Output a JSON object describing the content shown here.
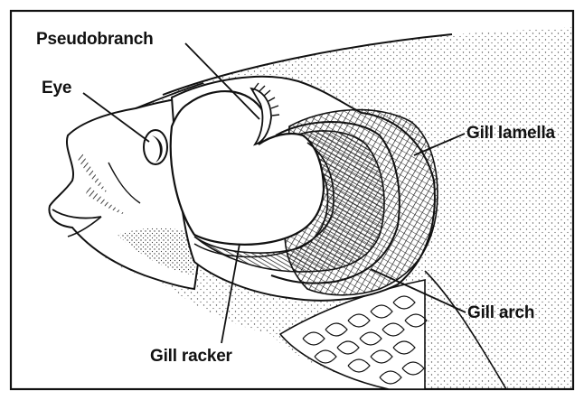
{
  "diagram": {
    "labels": {
      "pseudobranch": "Pseudobranch",
      "eye": "Eye",
      "gill_lamella": "Gill lamella",
      "gill_arch": "Gill arch",
      "gill_racker": "Gill racker"
    },
    "colors": {
      "ink": "#111111",
      "paper": "#ffffff",
      "stipple": "#555555"
    }
  }
}
